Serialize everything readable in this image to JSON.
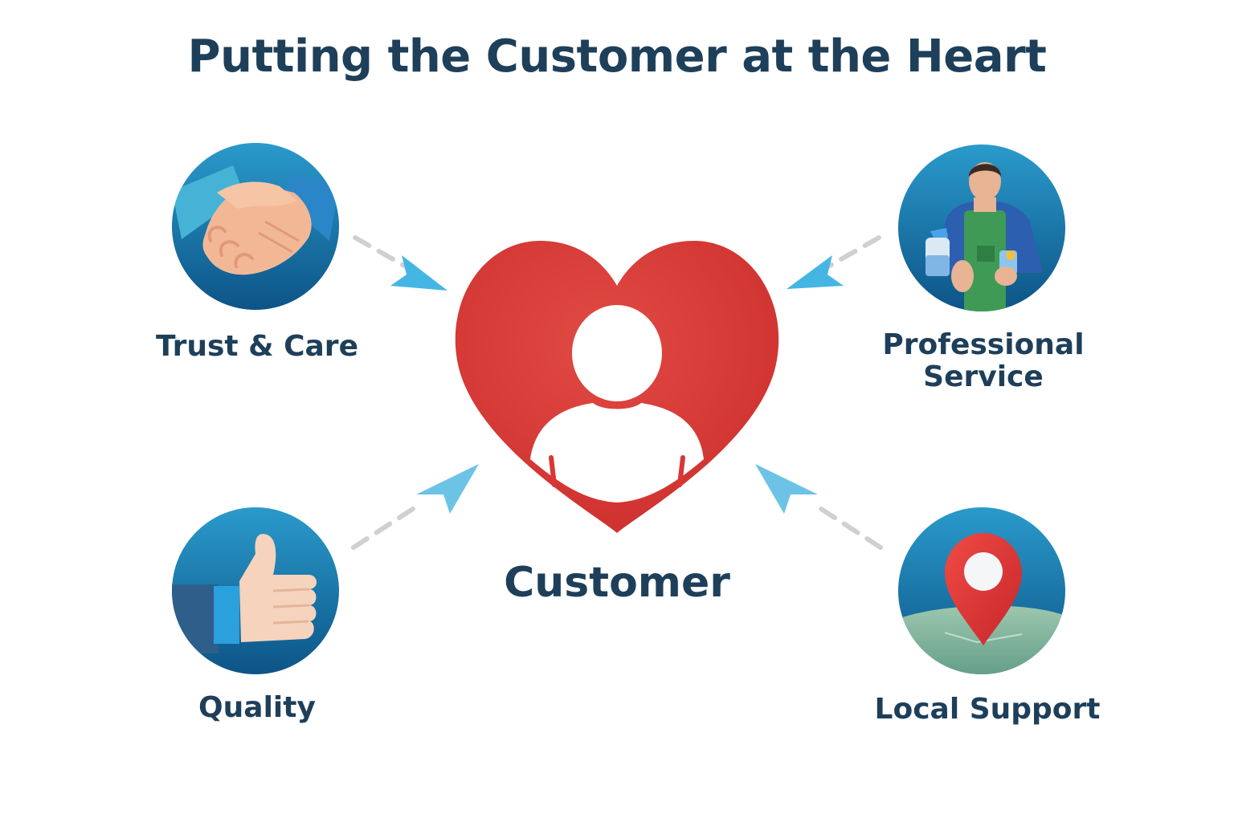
{
  "title": "Putting the Customer at the Heart",
  "center": {
    "label": "Customer",
    "icon": "heart-with-person-icon",
    "color": "#d93634"
  },
  "nodes": [
    {
      "id": "trust",
      "label": "Trust & Care",
      "icon": "handshake-icon"
    },
    {
      "id": "service",
      "label_lines": [
        "Professional",
        "Service"
      ],
      "icon": "cleaning-professional-icon"
    },
    {
      "id": "quality",
      "label": "Quality",
      "icon": "thumbs-up-icon"
    },
    {
      "id": "local",
      "label": "Local Support",
      "icon": "location-pin-icon"
    }
  ],
  "colors": {
    "title": "#1e3f5a",
    "heart": "#d93634",
    "circle_light": "#2a97c6",
    "circle_dark": "#0f5a8c",
    "arrow": "#45b6e3",
    "connector": "#cfcfcf"
  }
}
